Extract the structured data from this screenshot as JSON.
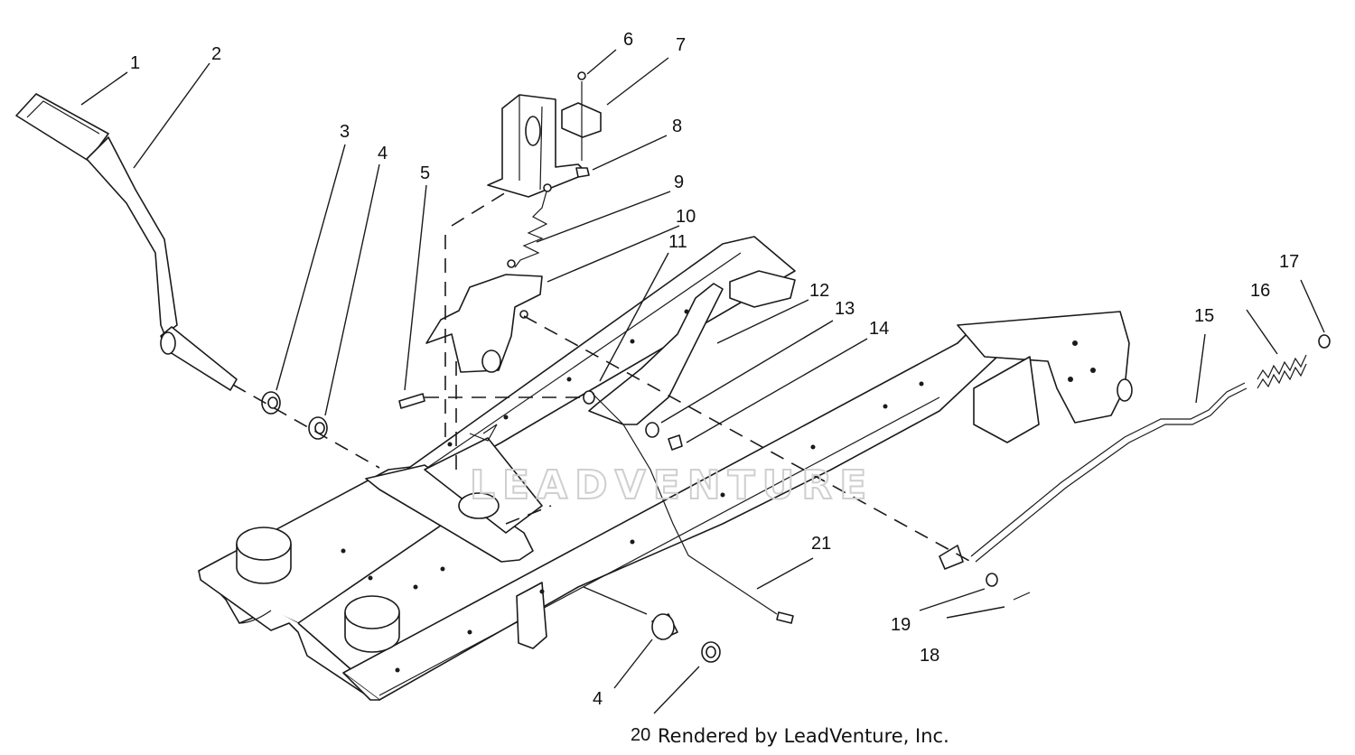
{
  "callouts": {
    "c1": "1",
    "c2": "2",
    "c3": "3",
    "c4a": "4",
    "c5": "5",
    "c6": "6",
    "c7": "7",
    "c8": "8",
    "c9": "9",
    "c10": "10",
    "c11": "11",
    "c12": "12",
    "c13": "13",
    "c14": "14",
    "c15": "15",
    "c16": "16",
    "c17": "17",
    "c18": "18",
    "c19": "19",
    "c4b": "4",
    "c20": "20",
    "c21": "21"
  },
  "watermark": "LEADVENTURE",
  "credit": "Rendered by LeadVenture, Inc."
}
